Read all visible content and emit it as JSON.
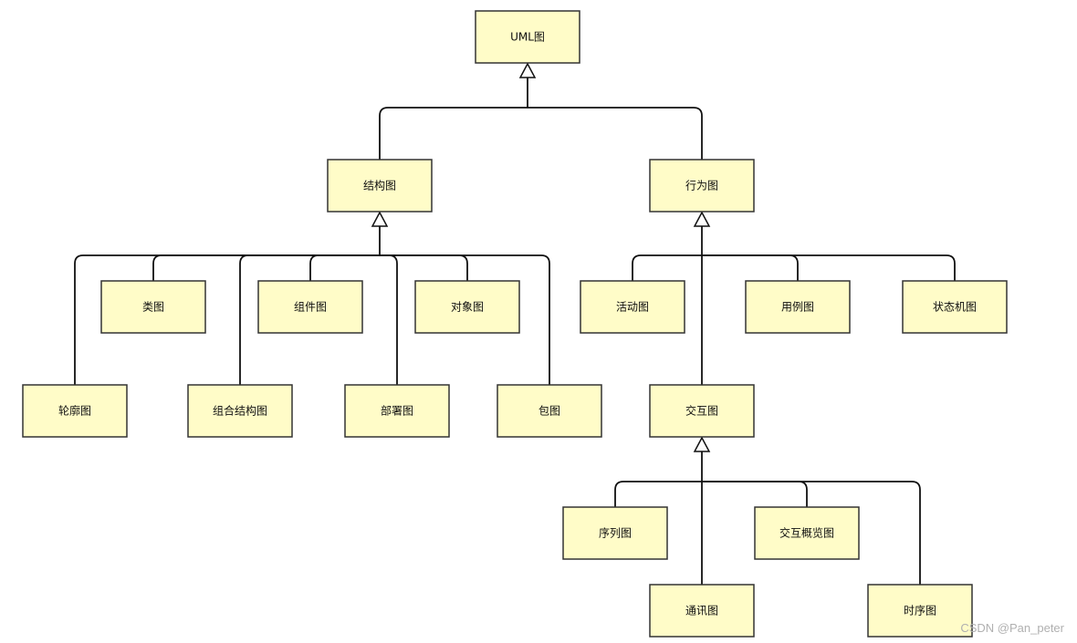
{
  "nodes": {
    "uml": "UML图",
    "structure": "结构图",
    "behavior": "行为图",
    "class": "类图",
    "component": "组件图",
    "object": "对象图",
    "profile": "轮廓图",
    "composite": "组合结构图",
    "deployment": "部署图",
    "package": "包图",
    "activity": "活动图",
    "usecase": "用例图",
    "statemachine": "状态机图",
    "interaction": "交互图",
    "sequence": "序列图",
    "overview": "交互概览图",
    "communication": "通讯图",
    "timing": "时序图"
  },
  "edges": [
    {
      "parent": "uml",
      "children": [
        "structure",
        "behavior"
      ]
    },
    {
      "parent": "structure",
      "children": [
        "profile",
        "class",
        "composite",
        "component",
        "deployment",
        "object",
        "package"
      ]
    },
    {
      "parent": "behavior",
      "children": [
        "activity",
        "usecase",
        "statemachine",
        "interaction"
      ]
    },
    {
      "parent": "interaction",
      "children": [
        "sequence",
        "communication",
        "overview",
        "timing"
      ]
    }
  ],
  "colors": {
    "box_fill": "#fffcc8",
    "box_stroke": "#333333",
    "line": "#111111"
  },
  "watermark": "CSDN @Pan_peter"
}
